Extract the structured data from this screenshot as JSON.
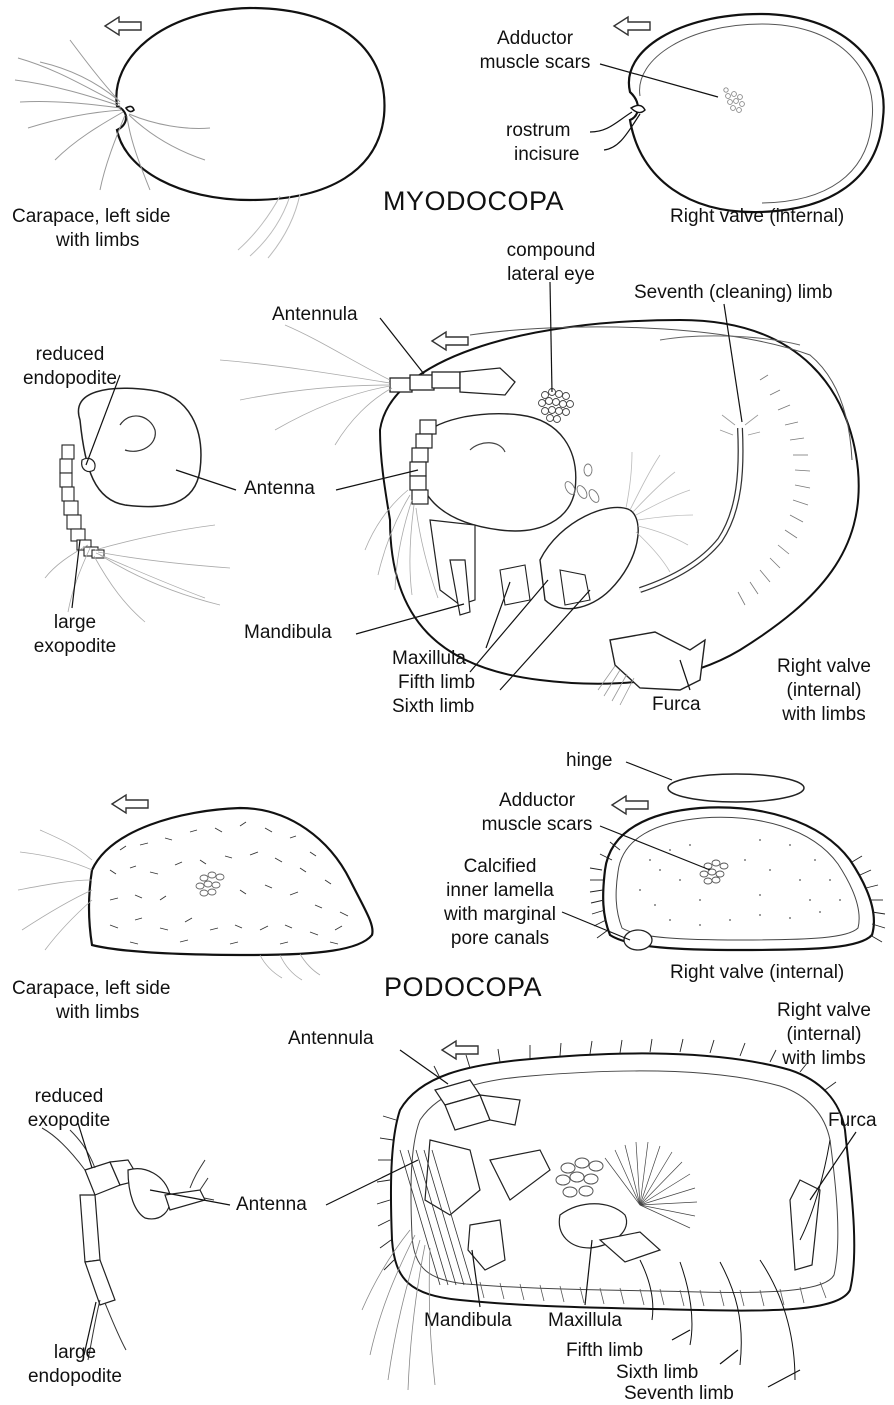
{
  "sections": {
    "myodocopa": "MYODOCOPA",
    "podocopa": "PODOCOPA"
  },
  "myo": {
    "carapace_line1": "Carapace, left side",
    "carapace_line2": "with limbs",
    "adductor_line1": "Adductor",
    "adductor_line2": "muscle scars",
    "rostrum": "rostrum",
    "incisure": "incisure",
    "right_valve_internal": "Right valve (internal)",
    "compound_line1": "compound",
    "compound_line2": "lateral eye",
    "seventh_cleaning": "Seventh (cleaning) limb",
    "antennula": "Antennula",
    "reduced_line1": "reduced",
    "reduced_line2": "endopodite",
    "antenna": "Antenna",
    "large_line1": "large",
    "large_line2": "exopodite",
    "mandibula": "Mandibula",
    "maxillula": "Maxillula",
    "fifth_limb": "Fifth limb",
    "sixth_limb": "Sixth limb",
    "furca": "Furca",
    "rv_limbs_line1": "Right valve",
    "rv_limbs_line2": "(internal)",
    "rv_limbs_line3": "with limbs"
  },
  "podo": {
    "hinge": "hinge",
    "adductor_line1": "Adductor",
    "adductor_line2": "muscle scars",
    "calc_line1": "Calcified",
    "calc_line2": "inner lamella",
    "calc_line3": "with marginal",
    "calc_line4": "pore canals",
    "right_valve_internal": "Right valve (internal)",
    "carapace_line1": "Carapace, left side",
    "carapace_line2": "with limbs",
    "rv_limbs_line1": "Right valve",
    "rv_limbs_line2": "(internal)",
    "rv_limbs_line3": "with limbs",
    "antennula": "Antennula",
    "reduced_line1": "reduced",
    "reduced_line2": "exopodite",
    "antenna": "Antenna",
    "furca": "Furca",
    "large_line1": "large",
    "large_line2": "endopodite",
    "mandibula": "Mandibula",
    "maxillula": "Maxillula",
    "fifth_limb": "Fifth limb",
    "sixth_limb": "Sixth limb",
    "seventh_limb": "Seventh limb"
  }
}
